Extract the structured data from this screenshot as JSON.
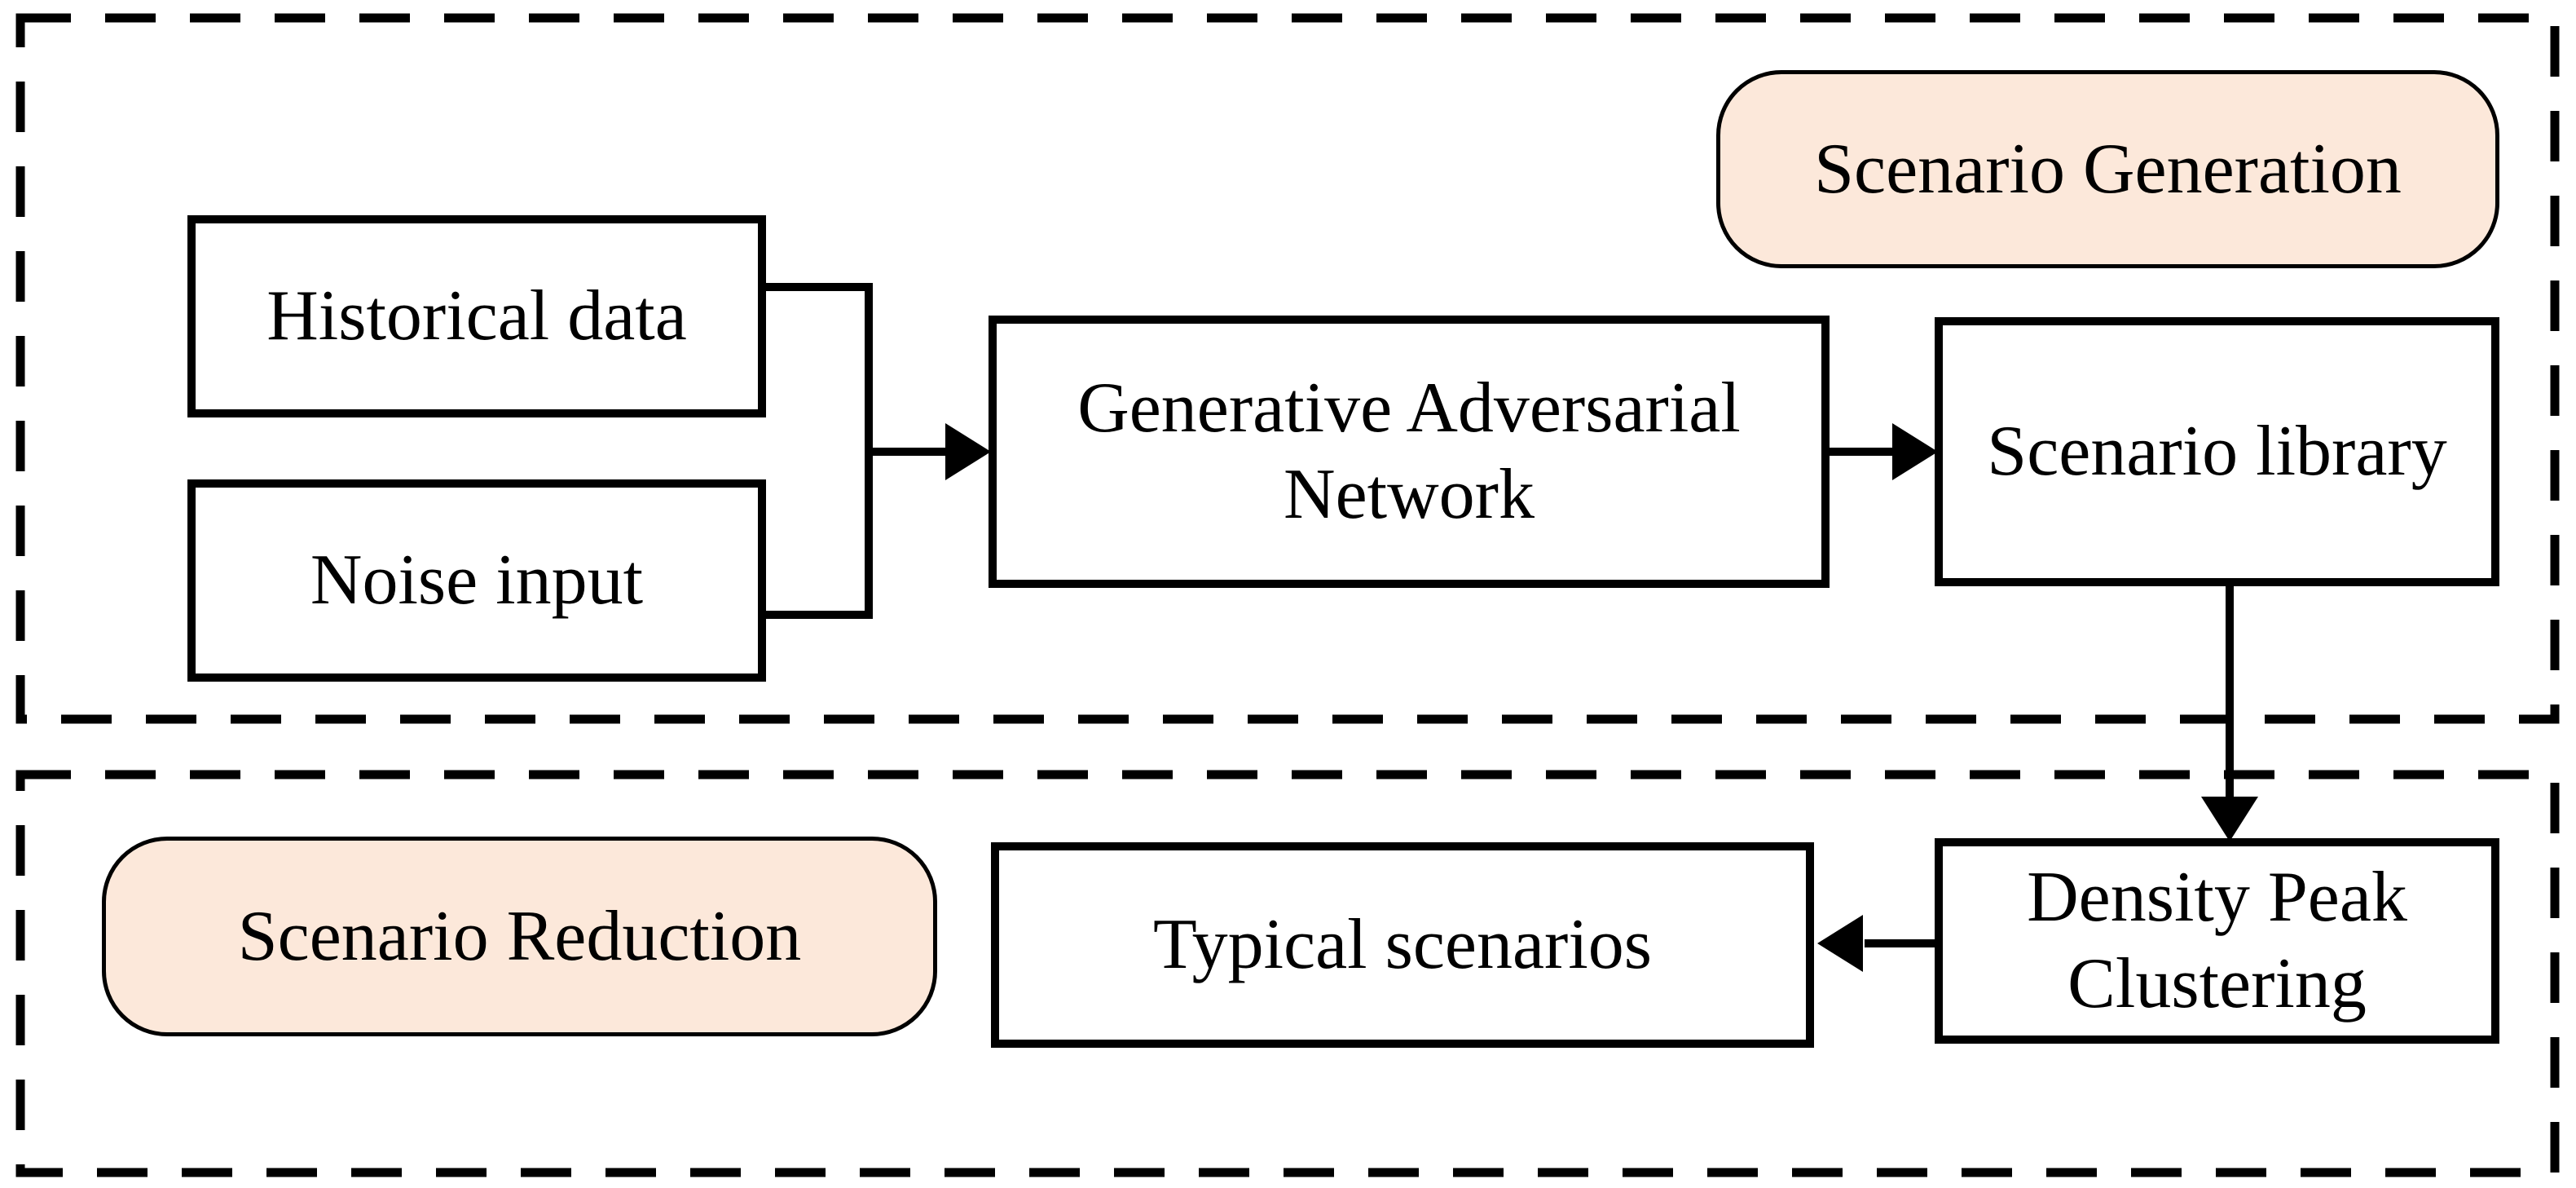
{
  "figure": {
    "type": "flowchart",
    "background_color": "#ffffff",
    "line_color": "#000000",
    "section_pill_fill": "#fce8da",
    "sections": [
      {
        "id": "scenario-generation",
        "label": "Scenario Generation"
      },
      {
        "id": "scenario-reduction",
        "label": "Scenario Reduction"
      }
    ],
    "nodes": [
      {
        "id": "historical-data",
        "label": "Historical data",
        "section": "scenario-generation"
      },
      {
        "id": "noise-input",
        "label": "Noise input",
        "section": "scenario-generation"
      },
      {
        "id": "generative-adversarial-network",
        "label": "Generative Adversarial\nNetwork",
        "section": "scenario-generation"
      },
      {
        "id": "scenario-library",
        "label": "Scenario library",
        "section": "scenario-generation"
      },
      {
        "id": "typical-scenarios",
        "label": "Typical scenarios",
        "section": "scenario-reduction"
      },
      {
        "id": "density-peak-clustering",
        "label": "Density Peak\nClustering",
        "section": "scenario-reduction"
      }
    ],
    "edges": [
      {
        "from": "historical-data",
        "to": "generative-adversarial-network",
        "style": "merge-elbow-arrow"
      },
      {
        "from": "noise-input",
        "to": "generative-adversarial-network",
        "style": "merge-elbow-arrow"
      },
      {
        "from": "generative-adversarial-network",
        "to": "scenario-library",
        "style": "arrow-right"
      },
      {
        "from": "scenario-library",
        "to": "density-peak-clustering",
        "style": "arrow-down"
      },
      {
        "from": "density-peak-clustering",
        "to": "typical-scenarios",
        "style": "arrow-left"
      }
    ]
  }
}
